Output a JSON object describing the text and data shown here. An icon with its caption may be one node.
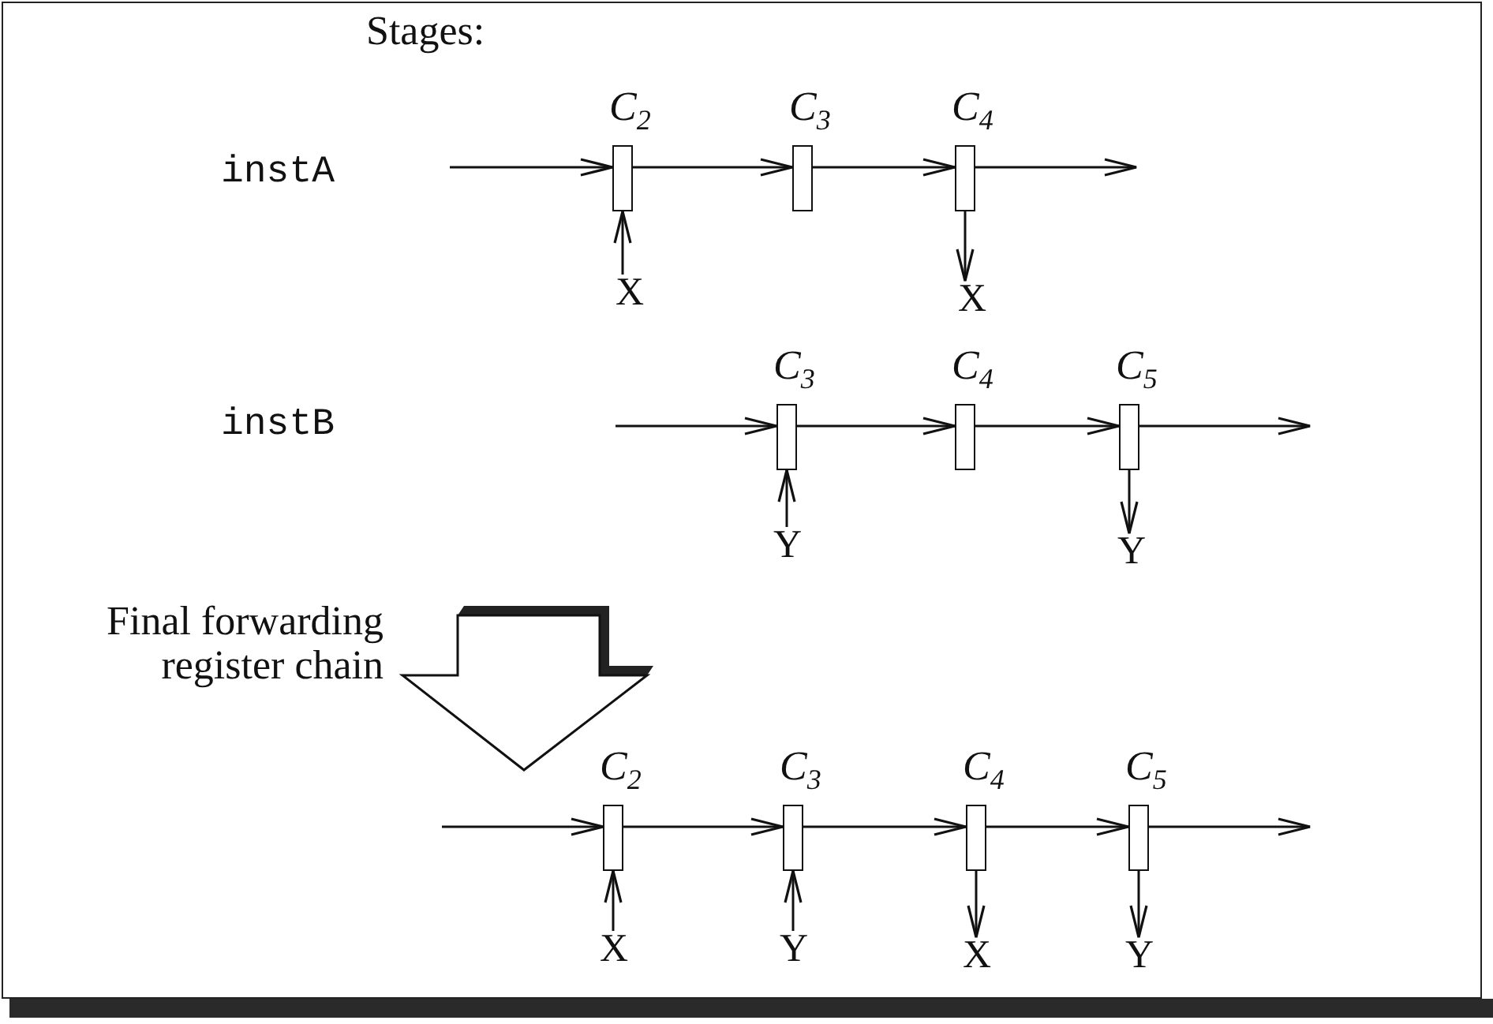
{
  "diagram": {
    "nodes": [
      {
        "text": [],
        "shape": "box",
        "beside": [
          "C$_{2}$"
        ]
      },
      {
        "text": [],
        "shape": "box",
        "beside": [
          "C$_{3}$"
        ]
      },
      {
        "text": [],
        "shape": "box",
        "beside": [
          "C$_{4}$"
        ]
      },
      {
        "text": [
          "X"
        ]
      },
      {
        "text": [
          "X"
        ]
      },
      {
        "text": [],
        "shape": "box",
        "beside": [
          "C$_{3}$"
        ]
      },
      {
        "text": [],
        "shape": "box",
        "beside": [
          "C$_{4}$"
        ]
      },
      {
        "text": [],
        "shape": "box",
        "beside": [
          "C$_{5}$"
        ]
      },
      {
        "text": [
          "Y"
        ]
      },
      {
        "text": [
          "Y"
        ]
      },
      {
        "text": [],
        "shape": "box",
        "beside": [
          "C$_{2}$"
        ]
      },
      {
        "text": [],
        "shape": "box",
        "beside": [
          "C$_{3}$"
        ]
      },
      {
        "text": [],
        "shape": "box",
        "beside": [
          "C$_{4}$"
        ]
      },
      {
        "text": [],
        "shape": "box",
        "beside": [
          "C$_{5}$"
        ]
      },
      {
        "text": [
          "X"
        ]
      },
      {
        "text": [
          "Y"
        ]
      },
      {
        "text": [
          "X"
        ]
      },
      {
        "text": [
          "Y"
        ]
      }
    ],
    "edges": [
      {
        "from": null,
        "to": 0,
        "arrow": "to"
      },
      {
        "from": 0,
        "to": 1,
        "arrow": "to"
      },
      {
        "from": 1,
        "to": 2,
        "arrow": "to"
      },
      {
        "from": 2,
        "to": null,
        "arrow": "to"
      },
      {
        "from": 3,
        "to": 0,
        "arrow": "to"
      },
      {
        "from": 2,
        "to": 4,
        "arrow": "to"
      },
      {
        "from": null,
        "to": 5,
        "arrow": "to"
      },
      {
        "from": 5,
        "to": 6,
        "arrow": "to"
      },
      {
        "from": 6,
        "to": 7,
        "arrow": "to"
      },
      {
        "from": 7,
        "to": null,
        "arrow": "to"
      },
      {
        "from": 8,
        "to": 5,
        "arrow": "to"
      },
      {
        "from": 7,
        "to": 9,
        "arrow": "to"
      },
      {
        "from": null,
        "to": 10,
        "arrow": "to"
      },
      {
        "from": 10,
        "to": 11,
        "arrow": "to"
      },
      {
        "from": 11,
        "to": 12,
        "arrow": "to"
      },
      {
        "from": 12,
        "to": 13,
        "arrow": "to"
      },
      {
        "from": 13,
        "to": null,
        "arrow": "to"
      },
      {
        "from": 14,
        "to": 10,
        "arrow": "to"
      },
      {
        "from": 15,
        "to": 11,
        "arrow": "to"
      },
      {
        "from": 12,
        "to": 16,
        "arrow": "to"
      },
      {
        "from": 13,
        "to": 17,
        "arrow": "to"
      }
    ],
    "labels": [
      "Stages:",
      "instA",
      "instB",
      "Final forwarding register chain"
    ]
  }
}
